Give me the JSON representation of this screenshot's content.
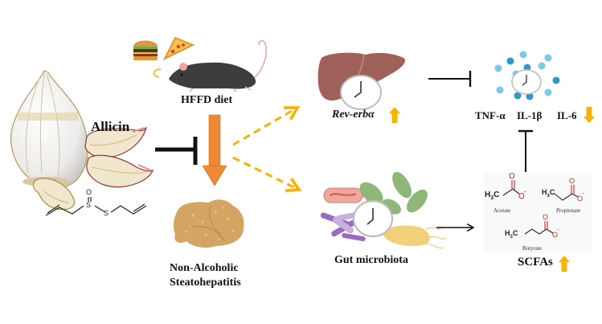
{
  "figure": {
    "type": "graphical-abstract",
    "colors": {
      "inhibit_line": "#111111",
      "main_arrow": "#ed8936",
      "dashed_arrow": "#f6b400",
      "up_down_arrow": "#f6b400",
      "liver": "#a0615a",
      "fatty_liver": "#d4a463",
      "cytokine_dot": "#5bbce4",
      "oxygen_red": "#c62828"
    }
  },
  "nodes": {
    "allicin": {
      "label": "Allicin",
      "structure_atoms": [
        "O",
        "S",
        "S"
      ]
    },
    "diet": {
      "label": "HFFD diet"
    },
    "nash": {
      "label_line1": "Non-Alcoholic",
      "label_line2": "Steatohepatitis"
    },
    "liver_clock": {
      "label": "Rev-erbα",
      "change": "up"
    },
    "cytokines": {
      "labels": [
        "TNF-α",
        "IL-1β",
        "IL-6"
      ],
      "change": "down"
    },
    "gut": {
      "label": "Gut microbiota"
    },
    "scfas": {
      "label": "SCFAs",
      "change": "up",
      "molecules": [
        {
          "name": "Acetate",
          "formula_prefix": "H",
          "sub": "3",
          "formula_suffix": "C"
        },
        {
          "name": "Propionate",
          "formula_prefix": "H",
          "sub": "3",
          "formula_suffix": "C"
        },
        {
          "name": "Butyrate",
          "formula_prefix": "H",
          "sub": "3",
          "formula_suffix": "C"
        }
      ],
      "oxygen": "O",
      "charge": "-"
    }
  },
  "edges": [
    {
      "from": "allicin",
      "to": "diet-effect",
      "type": "inhibit"
    },
    {
      "from": "diet",
      "to": "nash",
      "type": "induce"
    },
    {
      "from": "center",
      "to": "liver_clock",
      "type": "dashed"
    },
    {
      "from": "center",
      "to": "gut",
      "type": "dashed"
    },
    {
      "from": "liver_clock",
      "to": "cytokines",
      "type": "inhibit"
    },
    {
      "from": "gut",
      "to": "scfas",
      "type": "arrow"
    },
    {
      "from": "scfas",
      "to": "cytokines",
      "type": "inhibit"
    }
  ]
}
